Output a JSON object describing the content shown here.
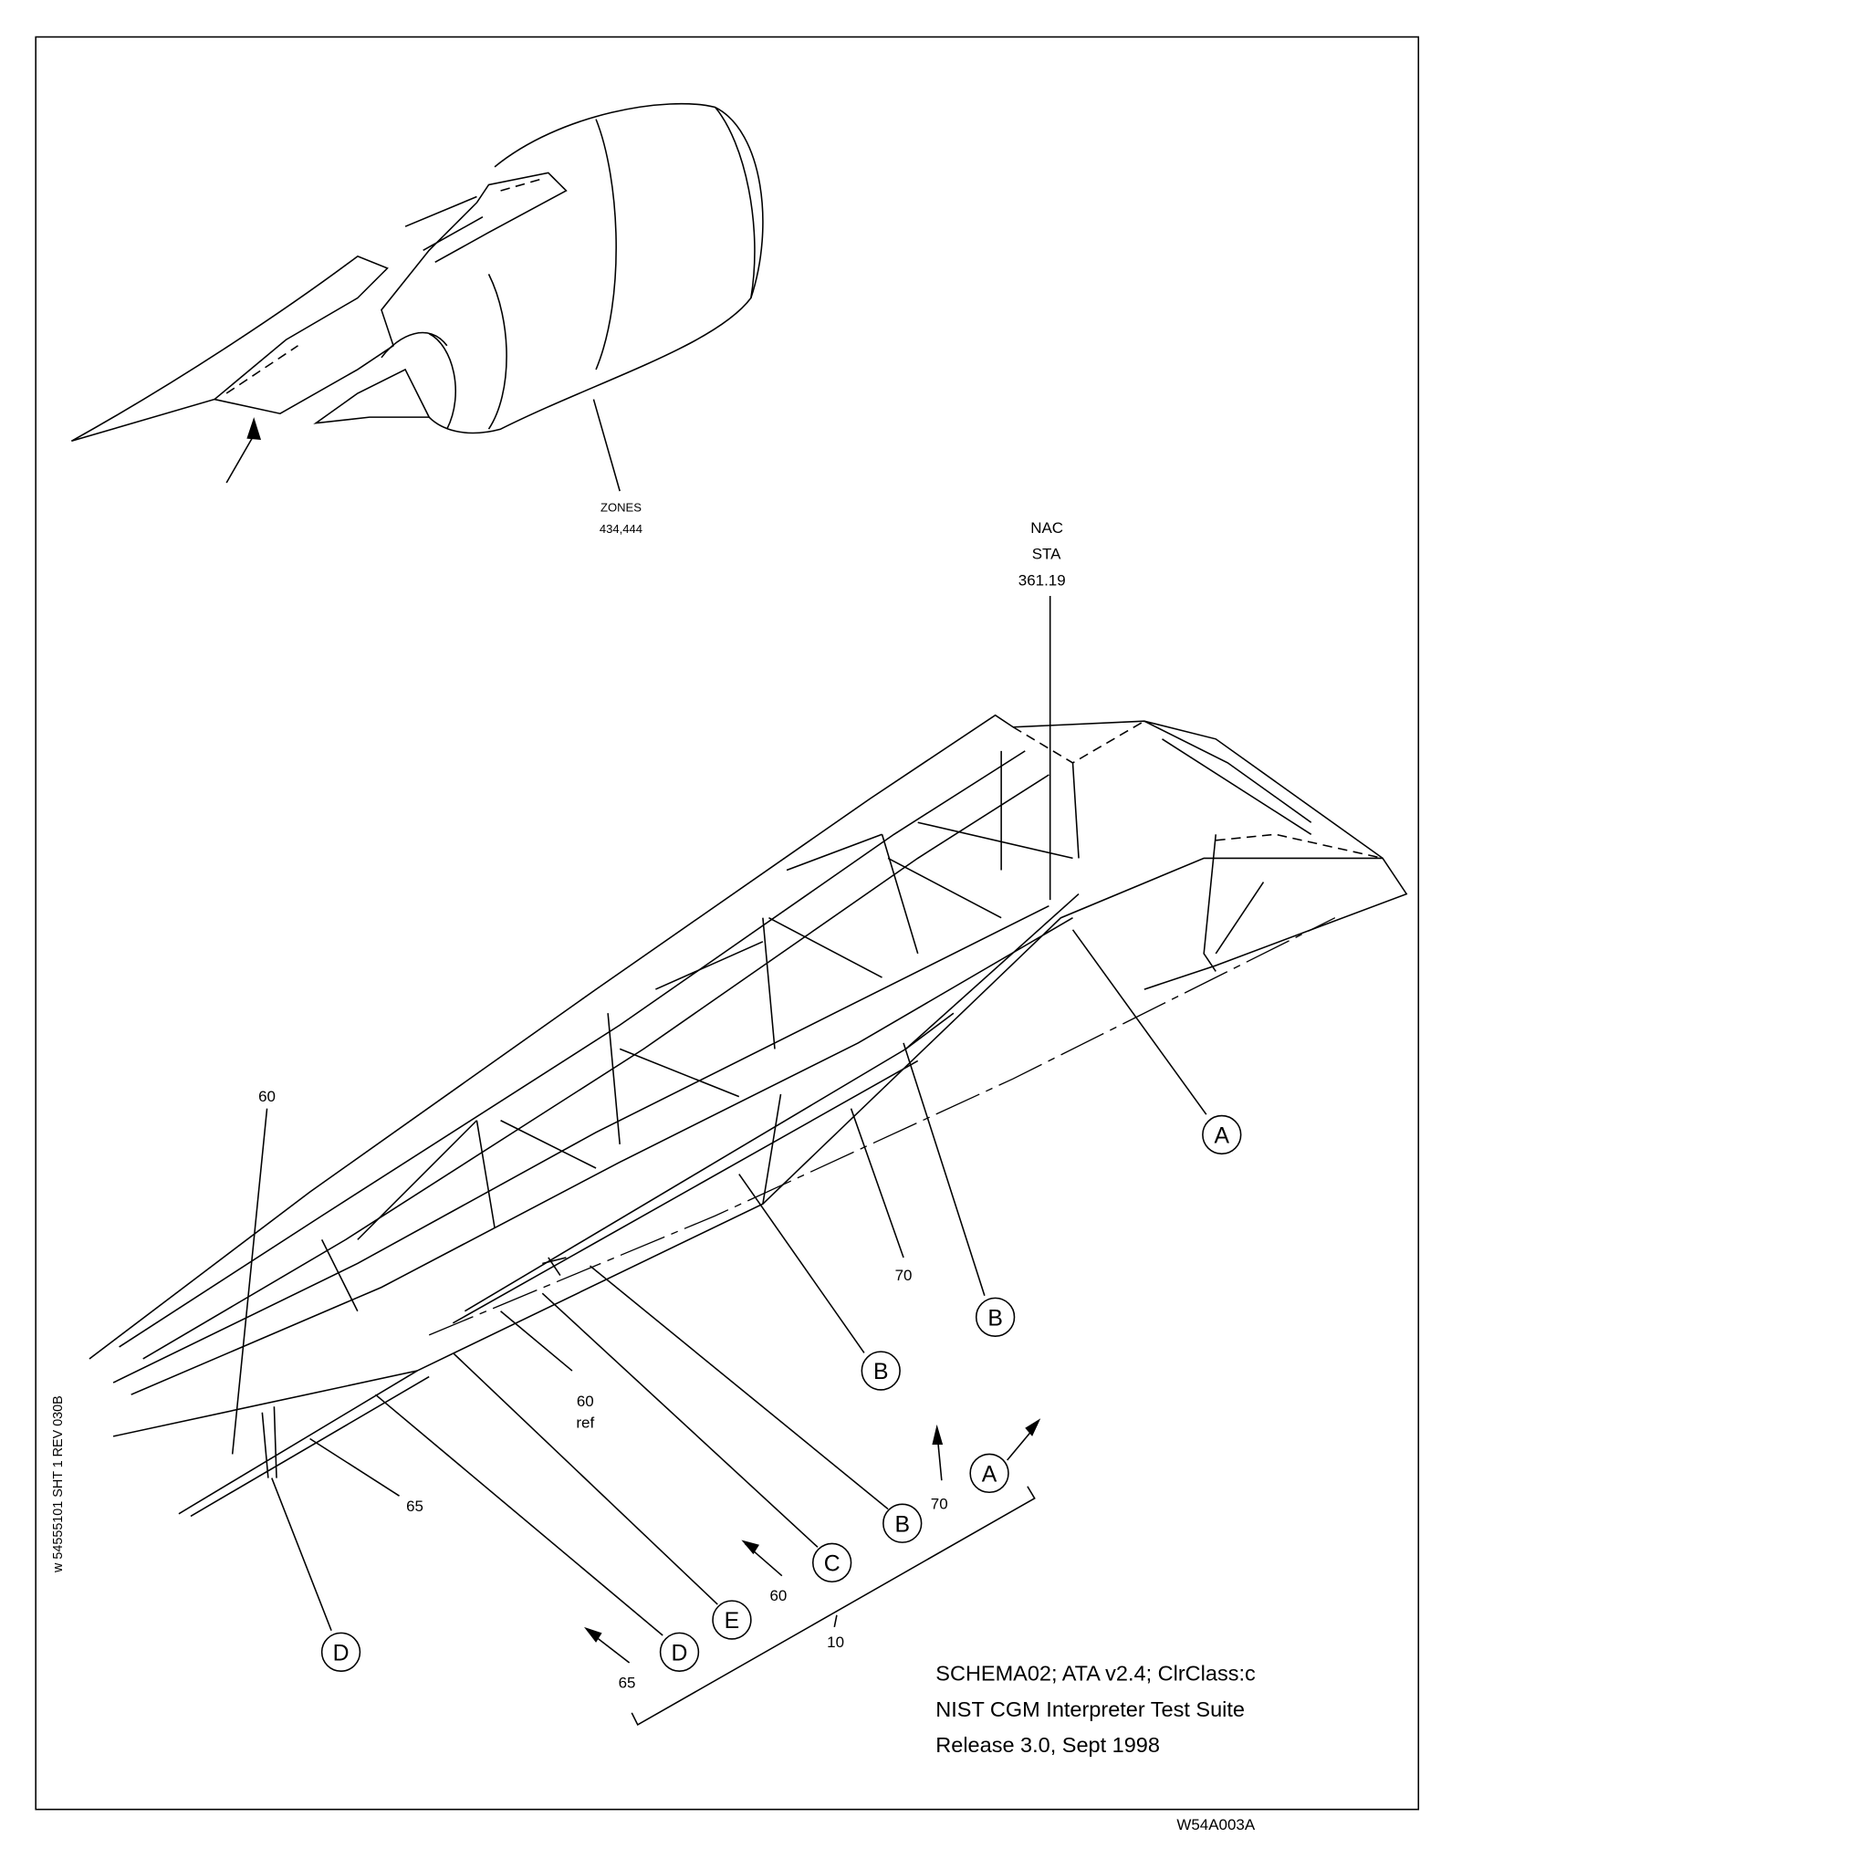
{
  "zones_label": {
    "title": "ZONES",
    "value": "434,444"
  },
  "station_label": {
    "line1": "NAC",
    "line2": "STA",
    "line3": "361.19"
  },
  "callouts": [
    "A",
    "B",
    "B",
    "A",
    "B",
    "C",
    "E",
    "D",
    "D"
  ],
  "dimension_labels": {
    "d60_top": "60",
    "d70_mid": "70",
    "d60_ref_value": "60",
    "d60_ref_suffix": "ref",
    "d65_left": "65",
    "d70_view": "70",
    "d60_view": "60",
    "d10": "10",
    "d65_view": "65"
  },
  "side_note": "w 54555101  SHT  1 REV 030B",
  "footer": {
    "line1": "SCHEMA02; ATA v2.4;  ClrClass:c",
    "line2": "NIST CGM Interpreter Test Suite",
    "line3": "Release 3.0, Sept 1998"
  },
  "drawing_id": "W54A003A"
}
